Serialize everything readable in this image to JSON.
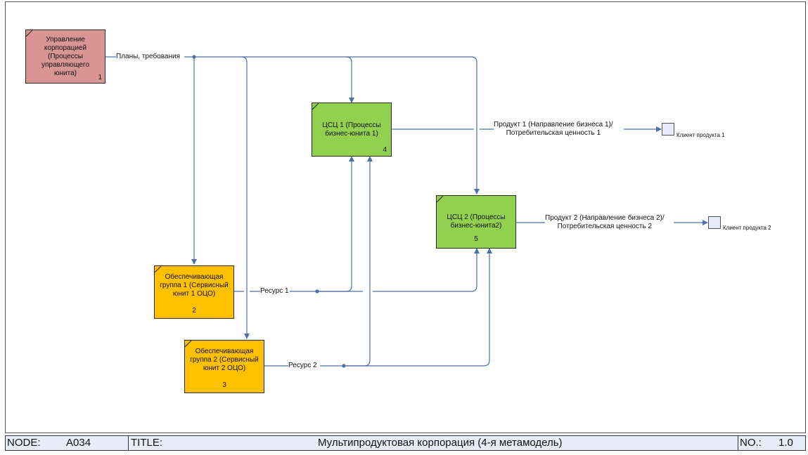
{
  "diagram": {
    "type": "IDEF0",
    "blocks": [
      {
        "id": 1,
        "text": [
          "Управление",
          "корпорацией",
          "(Процессы",
          "управляющего",
          "юнита)"
        ],
        "number": "1",
        "color": "#d99594"
      },
      {
        "id": 2,
        "text": [
          "Обеспечивающая",
          "группа 1 (Сервисный",
          "юнит 1 ОЦО)"
        ],
        "number": "2",
        "color": "#ffc000"
      },
      {
        "id": 3,
        "text": [
          "Обеспечивающая",
          "группа 2 (Сервисный",
          "юнит 2 ОЦО)"
        ],
        "number": "3",
        "color": "#ffc000"
      },
      {
        "id": 4,
        "text": [
          "ЦСЦ 1 (Процессы",
          "бизнес-юнита 1)"
        ],
        "number": "4",
        "color": "#92d050"
      },
      {
        "id": 5,
        "text": [
          "ЦСЦ 2 (Процессы",
          "бизнес-юнита2)"
        ],
        "number": "5",
        "color": "#92d050"
      }
    ],
    "arrows": {
      "plans": "Планы, требования",
      "resource1": "Ресурс 1",
      "resource2": "Ресурс 2",
      "product1": [
        "Продукт 1 (Направление бизнеса 1)/",
        "Потребительская ценность 1"
      ],
      "product2": [
        "Продукт 2 (Направление бизнеса 2)/",
        "Потребительская ценность 2"
      ]
    },
    "externals": {
      "client1": "Клиент продукта 1",
      "client2": "Клиент продукта 2"
    },
    "arrow_color": "#4f6fa8"
  },
  "footer": {
    "node_label": "NODE:",
    "node_value": "A034",
    "title_label": "TITLE:",
    "title_value": "Мультипродуктовая корпорация (4-я метамодель)",
    "no_label": "NO.:",
    "no_value": "1.0"
  }
}
